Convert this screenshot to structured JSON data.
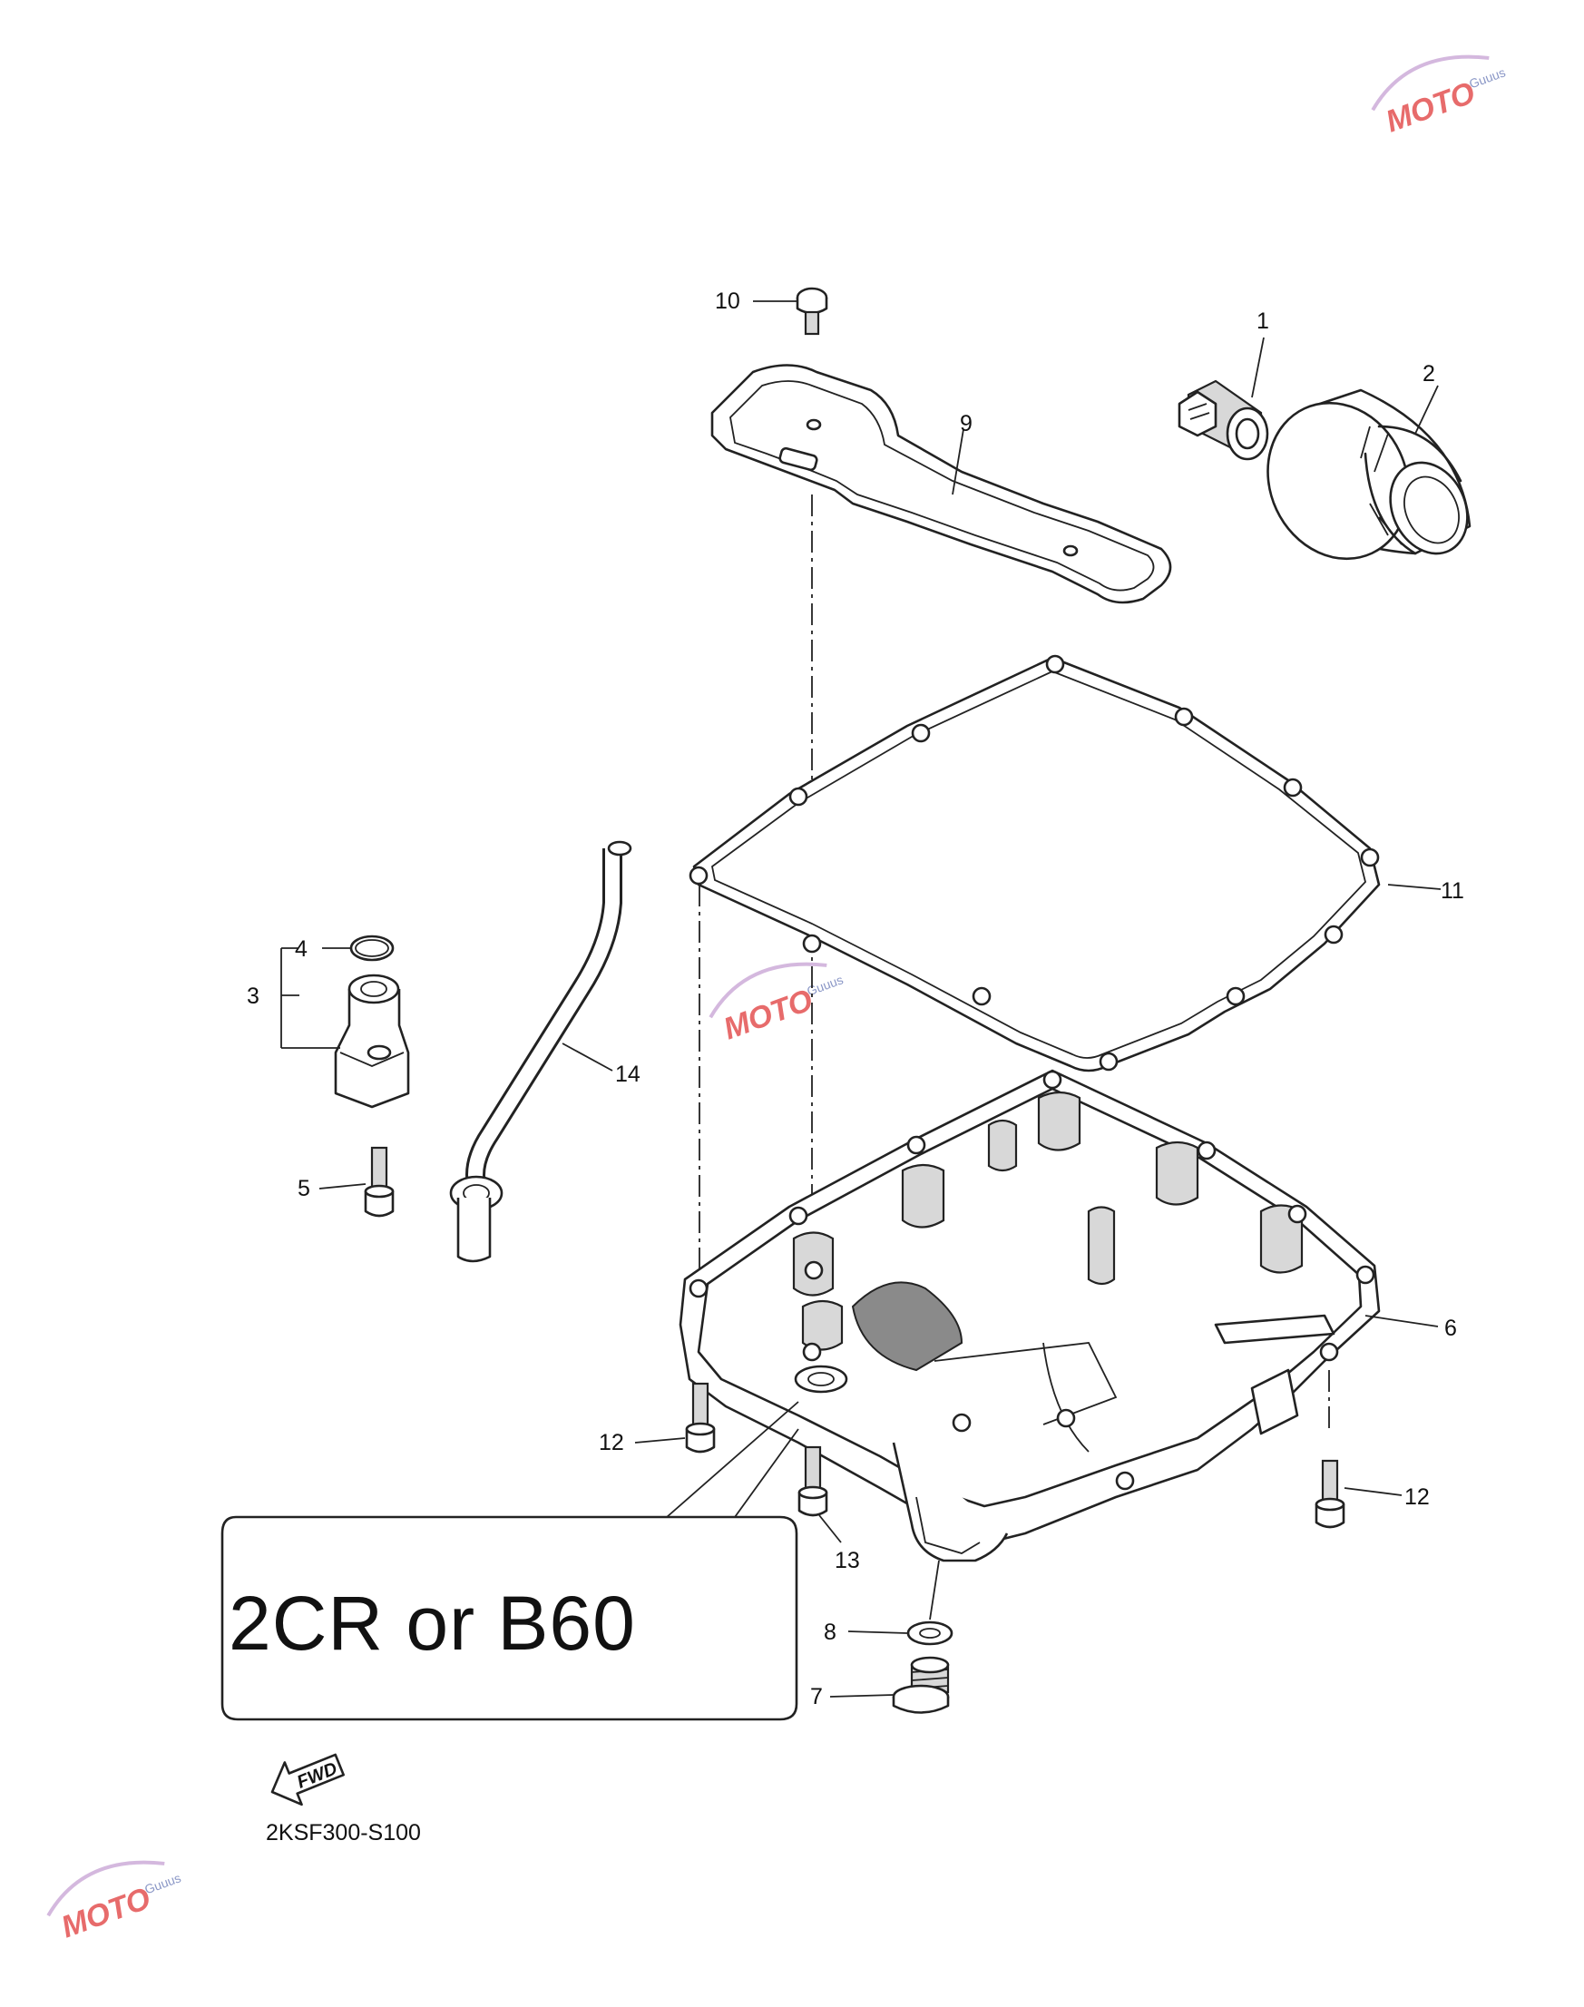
{
  "callouts": [
    {
      "id": "1",
      "label": "1"
    },
    {
      "id": "2",
      "label": "2"
    },
    {
      "id": "3",
      "label": "3"
    },
    {
      "id": "4",
      "label": "4"
    },
    {
      "id": "5",
      "label": "5"
    },
    {
      "id": "6",
      "label": "6"
    },
    {
      "id": "7",
      "label": "7"
    },
    {
      "id": "8",
      "label": "8"
    },
    {
      "id": "9",
      "label": "9"
    },
    {
      "id": "10",
      "label": "10"
    },
    {
      "id": "11",
      "label": "11"
    },
    {
      "id": "12a",
      "label": "12"
    },
    {
      "id": "12b",
      "label": "12"
    },
    {
      "id": "13",
      "label": "13"
    },
    {
      "id": "14",
      "label": "14"
    }
  ],
  "variant_label": "2CR or B60",
  "fwd_label": "FWD",
  "diagram_code": "2KSF300-S100",
  "watermark": {
    "text": "MOTO",
    "subtext": "Guuus",
    "accent_color": "#e03a3a",
    "secondary_color": "#3a4fa0"
  }
}
